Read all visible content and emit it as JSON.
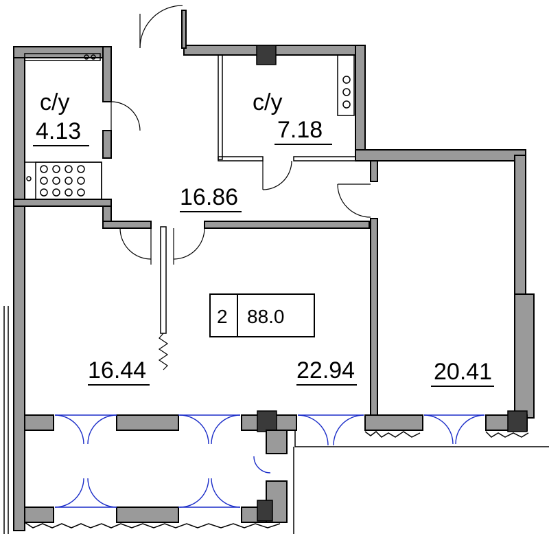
{
  "plan": {
    "apartment_rooms": "2",
    "apartment_area": "88.0",
    "rooms": {
      "bath_small_label": "с/у",
      "bath_small_area": "4.13",
      "bath_large_label": "с/у",
      "bath_large_area": "7.18",
      "hall_area": "16.86",
      "living_area": "22.94",
      "kitchen_area": "16.44",
      "bedroom_area": "20.41"
    }
  }
}
